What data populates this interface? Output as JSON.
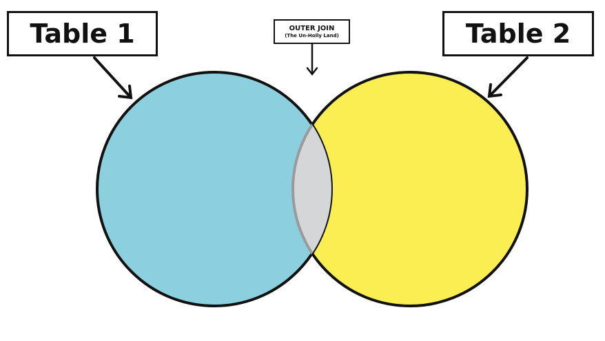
{
  "diagram": {
    "left_set": {
      "label": "Table 1",
      "color": "#8ccfde"
    },
    "right_set": {
      "label": "Table 2",
      "color": "#faee52"
    },
    "intersection": {
      "title": "OUTER JOIN",
      "subtitle": "(The Un-Holly Land)",
      "color": "#d5d6d8"
    },
    "outline_color": "#111111"
  }
}
